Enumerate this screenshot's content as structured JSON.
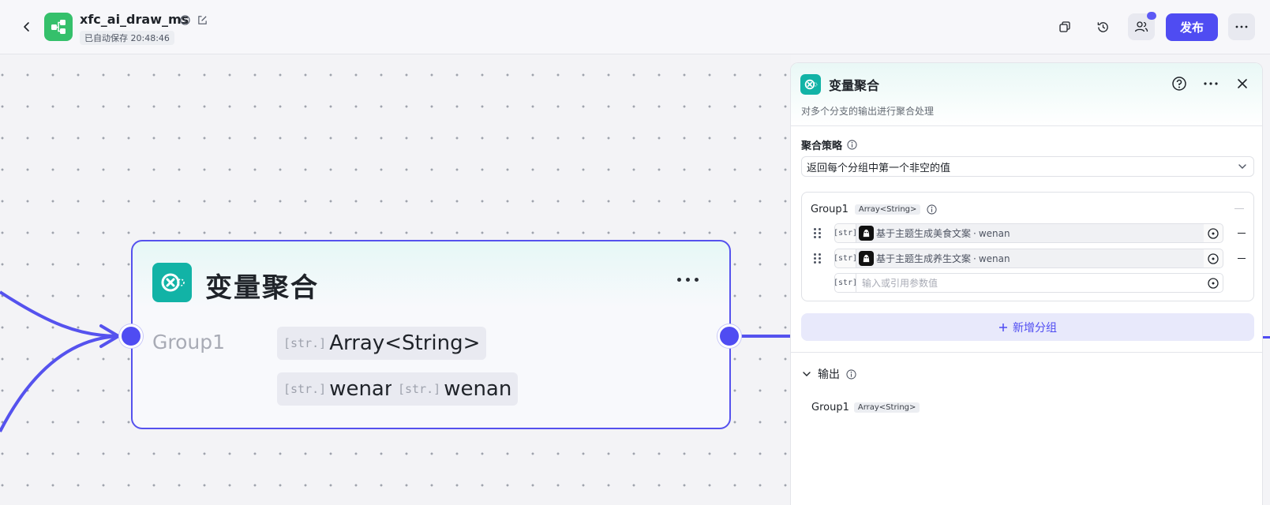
{
  "header": {
    "app_name": "xfc_ai_draw_ms",
    "autosave": "已自动保存 20:48:46",
    "publish_label": "发布"
  },
  "colors": {
    "accent": "#4f4cf2",
    "node_teal": "#12b3a6",
    "app_green": "#35c06b"
  },
  "canvas": {
    "node": {
      "title": "变量聚合",
      "group_label": "Group1",
      "type_tag": "[str.]",
      "type_value": "Array<String>",
      "vars": [
        {
          "tag": "[str.]",
          "name": "wenan"
        },
        {
          "tag": "[str.]",
          "name": "wenan"
        }
      ]
    }
  },
  "panel": {
    "title": "变量聚合",
    "description": "对多个分支的输出进行聚合处理",
    "strategy_label": "聚合策略",
    "strategy_value": "返回每个分组中第一个非空的值",
    "group": {
      "name": "Group1",
      "type": "Array<String>",
      "rows": [
        {
          "tag": "[str]",
          "source": "基于主题生成美食文案",
          "var": "wenan"
        },
        {
          "tag": "[str]",
          "source": "基于主题生成养生文案",
          "var": "wenan"
        }
      ],
      "new_row": {
        "tag": "[str]",
        "placeholder": "输入或引用参数值"
      }
    },
    "add_group_label": "新增分组",
    "output": {
      "title": "输出",
      "group_name": "Group1",
      "group_type": "Array<String>"
    }
  }
}
